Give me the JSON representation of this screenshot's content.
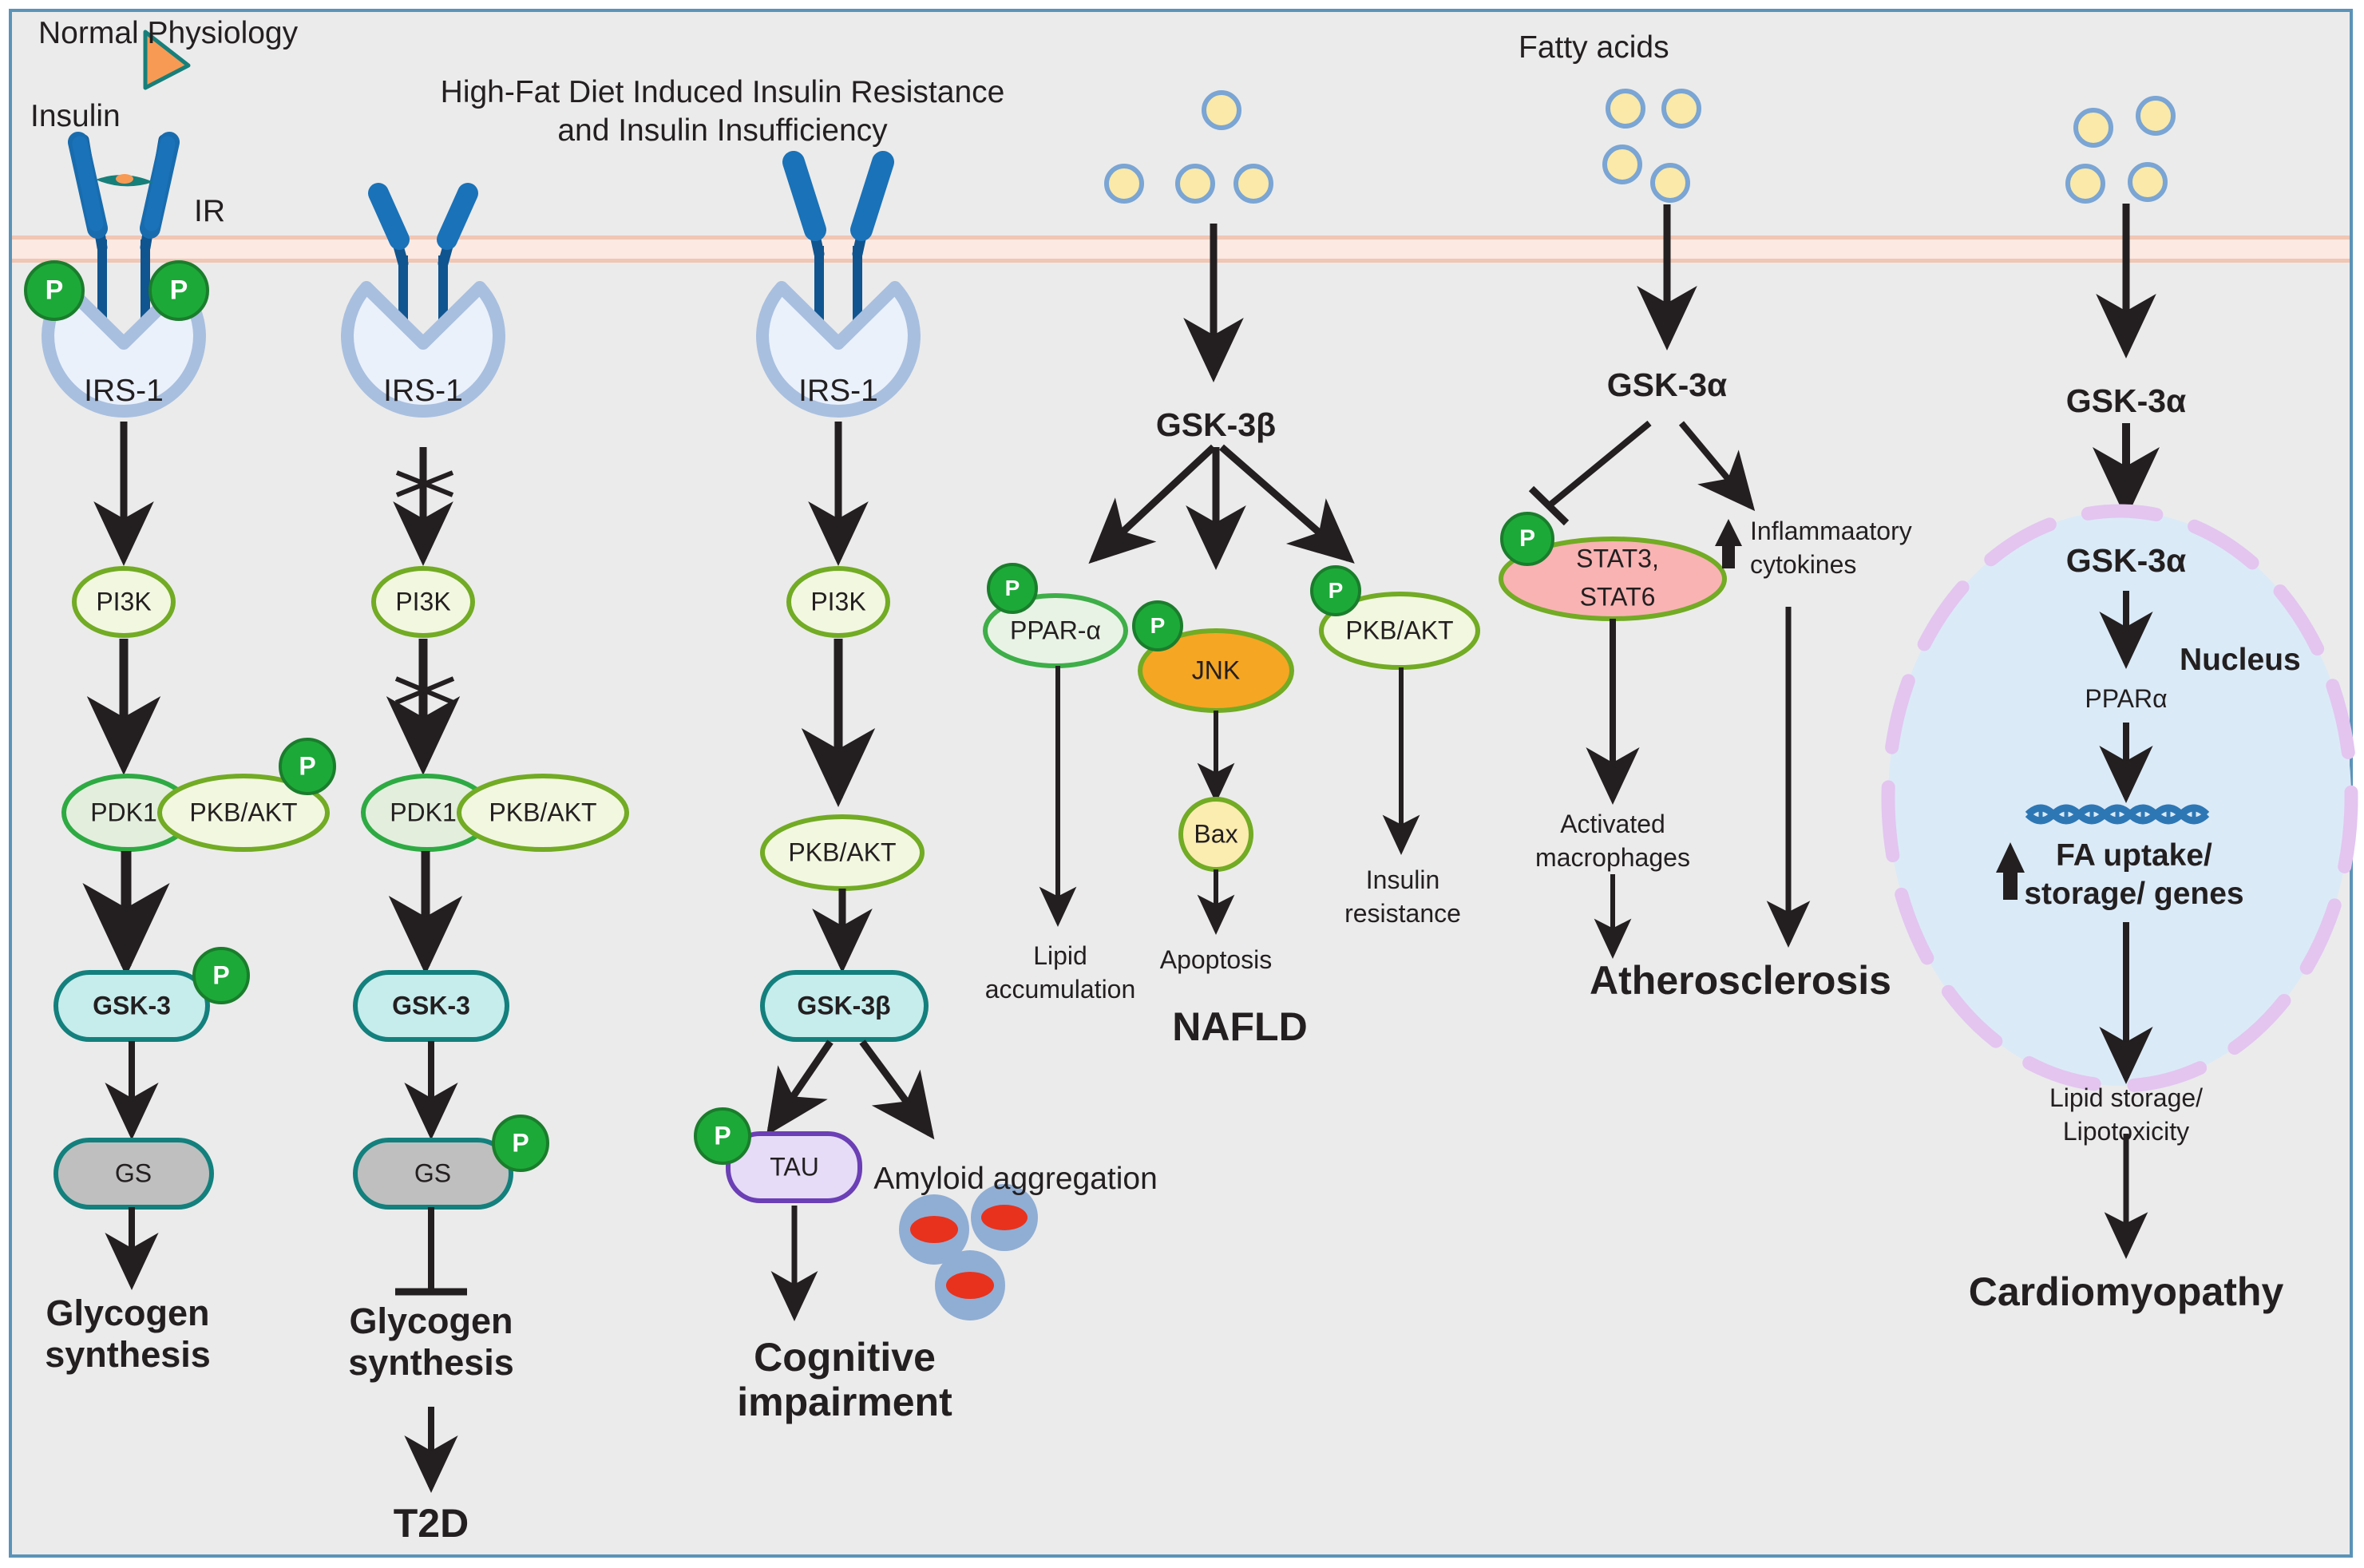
{
  "figure": {
    "type": "biological-signaling-pathway-diagram",
    "background_color": "#ebebeb",
    "border_color": "#5b93b8",
    "membrane_color": "#f6dcd2"
  },
  "headings": {
    "normal_physiology": "Normal Physiology",
    "hfd_line1": "High-Fat Diet Induced Insulin Resistance",
    "hfd_line2": "and Insulin Insufficiency",
    "fatty_acids": "Fatty acids"
  },
  "column1": {
    "insulin": "Insulin",
    "ir": "IR",
    "irs1": "IRS-1",
    "pi3k": "PI3K",
    "pdk1": "PDK1",
    "pkb_akt": "PKB/AKT",
    "gsk3": "GSK-3",
    "gs": "GS",
    "outcome_line1": "Glycogen",
    "outcome_line2": "synthesis",
    "phospho": "P"
  },
  "column2": {
    "irs1": "IRS-1",
    "pi3k": "PI3K",
    "pdk1": "PDK1",
    "pkb_akt": "PKB/AKT",
    "gsk3": "GSK-3",
    "gs": "GS",
    "outcome_line1": "Glycogen",
    "outcome_line2": "synthesis",
    "disease": "T2D",
    "phospho": "P"
  },
  "column3": {
    "irs1": "IRS-1",
    "pi3k": "PI3K",
    "pkb_akt": "PKB/AKT",
    "gsk3b": "GSK-3β",
    "tau": "TAU",
    "amyloid": "Amyloid aggregation",
    "outcome_line1": "Cognitive",
    "outcome_line2": "impairment",
    "phospho": "P"
  },
  "column4": {
    "gsk3b": "GSK-3β",
    "ppar_alpha": "PPAR-α",
    "jnk": "JNK",
    "pkb_akt": "PKB/AKT",
    "bax": "Bax",
    "lipid_line1": "Lipid",
    "lipid_line2": "accumulation",
    "apoptosis": "Apoptosis",
    "insulin_res_line1": "Insulin",
    "insulin_res_line2": "resistance",
    "disease": "NAFLD",
    "phospho": "P"
  },
  "column5": {
    "gsk3a": "GSK-3α",
    "stat_line1": "STAT3,",
    "stat_line2": "STAT6",
    "cytokines_line1": "Inflammaatory",
    "cytokines_line2": "cytokines",
    "macrophages_line1": "Activated",
    "macrophages_line2": "macrophages",
    "disease": "Atherosclerosis",
    "phospho": "P",
    "up_arrow": "↑"
  },
  "column6": {
    "gsk3a_outer": "GSK-3α",
    "gsk3a_inner": "GSK-3α",
    "nucleus": "Nucleus",
    "ppar_alpha": "PPARα",
    "fa_line1": "FA uptake/",
    "fa_line2": "storage/ genes",
    "lipid_line1": "Lipid storage/",
    "lipid_line2": "Lipotoxicity",
    "disease": "Cardiomyopathy",
    "up_arrow": "↑"
  },
  "palette": {
    "receptor_blue": "#1a72b8",
    "receptor_dark": "#10558f",
    "irs_fill": "#eaf1fb",
    "irs_stroke": "#a8bfdf",
    "phospho_green": "#1ca938",
    "pi3k_fill": "#f2f7e0",
    "pi3k_stroke": "#72ab24",
    "pdk1_fill": "#e3eedd",
    "gsk3_fill": "#c6ecec",
    "gsk3_stroke": "#13807d",
    "gs_fill": "#bfbfbf",
    "tau_fill": "#e6dcf7",
    "tau_stroke": "#6b3fb5",
    "jnk_fill": "#f5a623",
    "bax_fill": "#fbecb0",
    "stat_fill": "#f9b3b3",
    "fatty_acid_fill": "#fae9a8",
    "fatty_acid_stroke": "#7aa5d4",
    "nucleus_fill": "#dbeaf7",
    "nucleus_stroke": "#e0c2ef",
    "amyloid_red": "#e8321d",
    "amyloid_blue": "#90aed4",
    "insulin_orange": "#f79a54",
    "insulin_teal": "#177f7a"
  }
}
